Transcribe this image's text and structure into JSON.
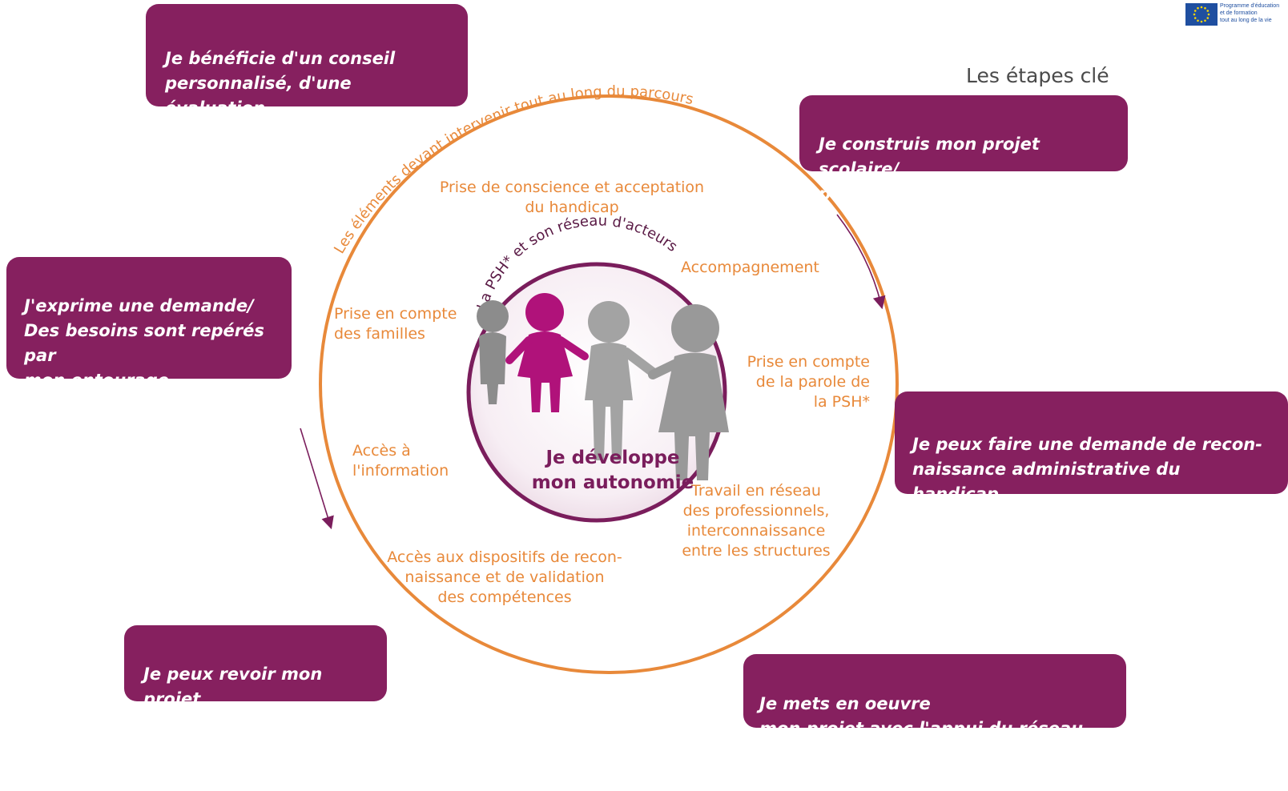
{
  "logo": {
    "text": "Programme d'éducation\net de formation\ntout au long de la vie"
  },
  "heading": "Les étapes clé",
  "steps": {
    "s1": "Je bénéficie d'un conseil\npersonnalisé, d'une   évaluation,\nd'un diagnostic",
    "s2": "Je construis mon projet\nscolaire/ personnel/professionnel",
    "s3": "J'exprime une demande/\nDes besoins sont repérés par\nmon entourage (personnel/\nprofessionnel/familial)",
    "s4": "Je peux faire une demande de recon-\nnaissance administrative du handicap\nauprès du service compétent",
    "s5": "Je peux revoir mon projet\ntout au long de la vie",
    "s6": "Je mets en oeuvre\nmon projet avec l'appui du réseau local"
  },
  "circle": {
    "outer_arc_label": "Les éléments devant intervenir tout au long du parcours",
    "inner_arc_label": "La PSH* et son réseau d'acteurs",
    "center_title": "Je développe\nmon autonomie",
    "elements": {
      "prise_conscience": "Prise de conscience et acceptation\ndu handicap",
      "accompagnement": "Accompagnement",
      "familles": "Prise en compte\ndes familles",
      "parole": "Prise en compte\nde la parole de\nla PSH*",
      "information": "Accès à\nl'information",
      "reseau": "Travail en réseau\ndes professionnels,\ninterconnaissance\nentre les structures",
      "dispositifs": "Accès aux dispositifs de recon-\nnaissance et de  validation\ndes   compétences"
    }
  },
  "colors": {
    "plum": "#86205f",
    "orange": "#e8893a",
    "grey": "#9a9a9a",
    "magenta": "#b0127a"
  }
}
